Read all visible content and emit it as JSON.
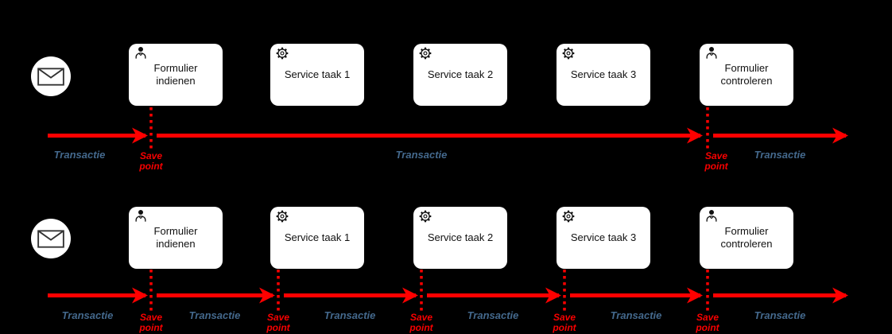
{
  "diagram_type": "bpmn-transaction-boundaries",
  "colors": {
    "background": "#000000",
    "task_fill": "#ffffff",
    "arrow_red": "#ff0000",
    "save_point_red": "#f70000",
    "transaction_label_blue": "#44698d"
  },
  "rows": [
    {
      "start_event": {
        "icon": "envelope-icon"
      },
      "tasks": [
        {
          "label": "Formulier indienen",
          "icon": "user-icon"
        },
        {
          "label": "Service taak 1",
          "icon": "gear-icon"
        },
        {
          "label": "Service taak 2",
          "icon": "gear-icon"
        },
        {
          "label": "Service taak 3",
          "icon": "gear-icon"
        },
        {
          "label": "Formulier controleren",
          "icon": "user-icon"
        }
      ],
      "transaction_labels": [
        "Transactie",
        "Transactie",
        "Transactie"
      ],
      "save_points": [
        {
          "line1": "Save",
          "line2": "point"
        },
        {
          "line1": "Save",
          "line2": "point"
        }
      ]
    },
    {
      "start_event": {
        "icon": "envelope-icon"
      },
      "tasks": [
        {
          "label": "Formulier indienen",
          "icon": "user-icon"
        },
        {
          "label": "Service taak 1",
          "icon": "gear-icon"
        },
        {
          "label": "Service taak 2",
          "icon": "gear-icon"
        },
        {
          "label": "Service taak 3",
          "icon": "gear-icon"
        },
        {
          "label": "Formulier controleren",
          "icon": "user-icon"
        }
      ],
      "transaction_labels": [
        "Transactie",
        "Transactie",
        "Transactie",
        "Transactie",
        "Transactie",
        "Transactie"
      ],
      "save_points": [
        {
          "line1": "Save",
          "line2": "point"
        },
        {
          "line1": "Save",
          "line2": "point"
        },
        {
          "line1": "Save",
          "line2": "point"
        },
        {
          "line1": "Save",
          "line2": "point"
        },
        {
          "line1": "Save",
          "line2": "point"
        }
      ]
    }
  ]
}
